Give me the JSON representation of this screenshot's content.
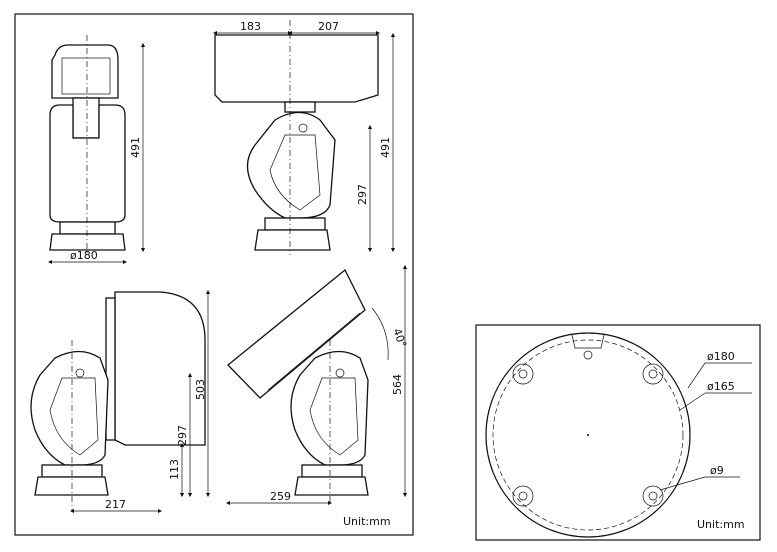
{
  "views": {
    "front": {
      "height": "491",
      "base_diameter": "ø180"
    },
    "side": {
      "width_left": "183",
      "width_right": "207",
      "height": "491",
      "pivot_height": "297"
    },
    "vertical_tilt": {
      "height": "503",
      "pivot_height": "297",
      "base_height": "113",
      "depth": "217"
    },
    "tilt_40": {
      "angle": "40°",
      "height": "564",
      "depth": "259"
    },
    "unit_left": "Unit:mm"
  },
  "base_plate": {
    "outer_diameter": "ø180",
    "bolt_circle": "ø165",
    "hole_diameter": "ø9",
    "unit": "Unit:mm"
  }
}
